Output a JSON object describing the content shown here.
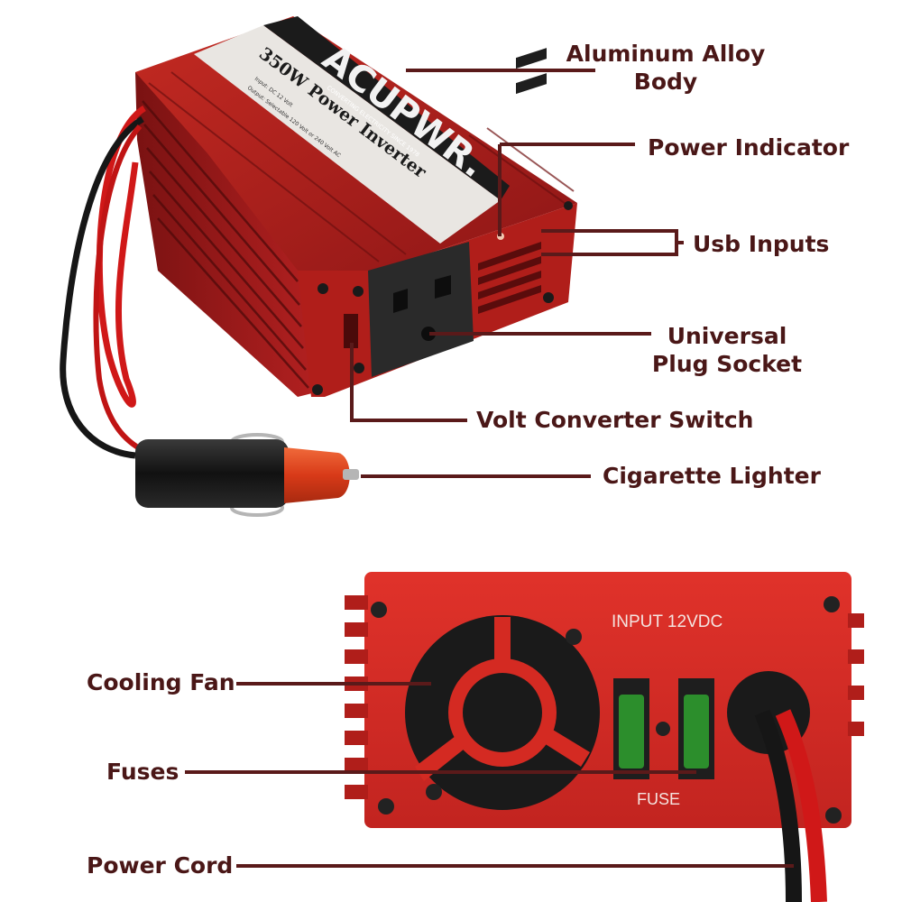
{
  "colors": {
    "label": "#4a1717",
    "leader": "#5a1a1a",
    "body_red": "#b8231f",
    "body_dark": "#7a1212",
    "front_red": "#d42a22",
    "panel": "#e9e6e2",
    "socket": "#2a2a2a",
    "fuse_green": "#2e9a2e",
    "cable_red": "#d01818",
    "cable_black": "#161616",
    "plug_tip": "#e0401c"
  },
  "device_text": {
    "brand": "ACUPWR.",
    "tagline": "CONVERTING ELECTRICITY SINCE 1978",
    "model": "350W Power Inverter",
    "input_spec": "Input: DC 12 Volt",
    "output_spec": "Output: Selectable 120 Volt or 240 Volt AC",
    "rear_input": "INPUT 12VDC",
    "rear_fuse": "FUSE"
  },
  "labels": {
    "aluminum_body": [
      "Aluminum Alloy",
      "Body"
    ],
    "power_indicator": "Power Indicator",
    "usb_inputs": "Usb Inputs",
    "universal_socket": [
      "Universal",
      "Plug Socket"
    ],
    "volt_switch": "Volt Converter Switch",
    "cigarette_lighter": "Cigarette Lighter",
    "cooling_fan": "Cooling Fan",
    "fuses": "Fuses",
    "power_cord": "Power Cord"
  }
}
